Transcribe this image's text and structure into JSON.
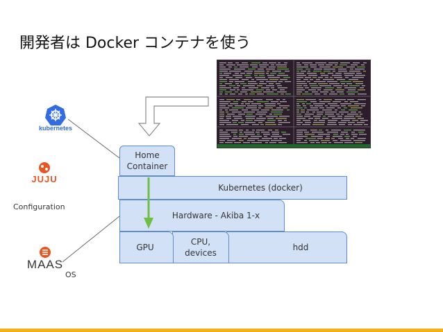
{
  "slide": {
    "title": "開発者は Docker コンテナを使う",
    "accent_color": "#f3b21a"
  },
  "logos": {
    "kubernetes": "kubernetes",
    "juju": "JUJU",
    "maas": "MAAS"
  },
  "labels": {
    "configuration": "Configuration",
    "os": "OS"
  },
  "boxes": {
    "home_container": "Home\nContainer",
    "kubernetes_docker": "Kubernetes (docker)",
    "hardware": "Hardware - Akiba 1-x",
    "gpu": "GPU",
    "cpu_devices": "CPU,\ndevices",
    "hdd": "hdd"
  },
  "colors": {
    "box_fill": "#d2e1f5",
    "box_border": "#5b8bd0",
    "green_arrow": "#6fbf44",
    "kubernetes_blue": "#326ce5",
    "juju_orange": "#e95420"
  }
}
